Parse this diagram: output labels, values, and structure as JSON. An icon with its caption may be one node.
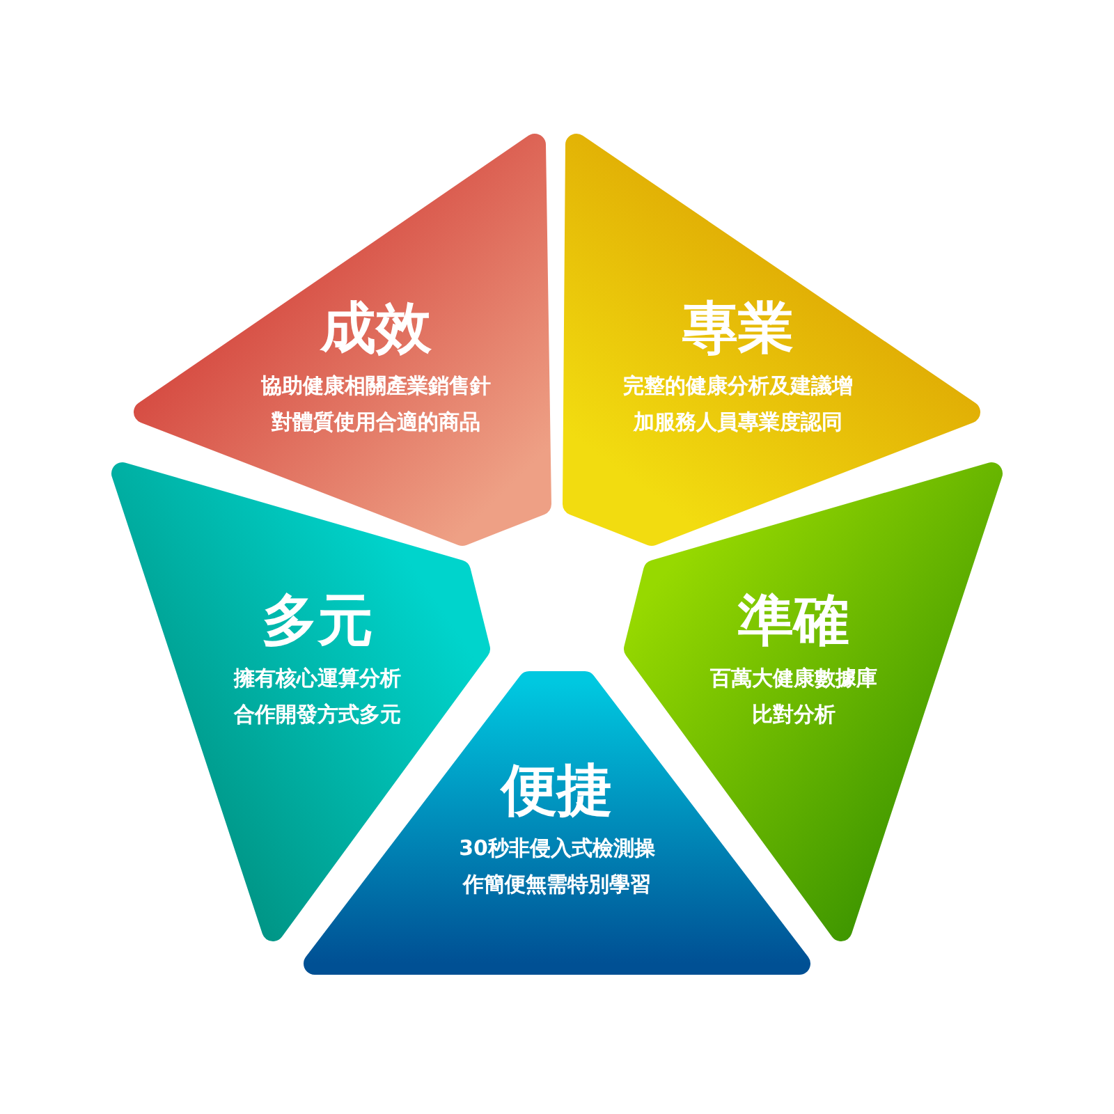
{
  "diagram": {
    "nodes": [
      {
        "text": [
          "成效",
          "協助健康相關產業銷售針對體質使用合適的商品"
        ]
      },
      {
        "text": [
          "專業",
          "完整的健康分析及建議增加服務人員專業度認同"
        ]
      },
      {
        "text": [
          "多元",
          "擁有核心運算分析合作開發方式多元"
        ]
      },
      {
        "text": [
          "準確",
          "百萬大健康數據庫比對分析"
        ]
      },
      {
        "text": [
          "便捷",
          "30秒非侵入式檢測操作簡便無需特別學習"
        ]
      }
    ]
  }
}
